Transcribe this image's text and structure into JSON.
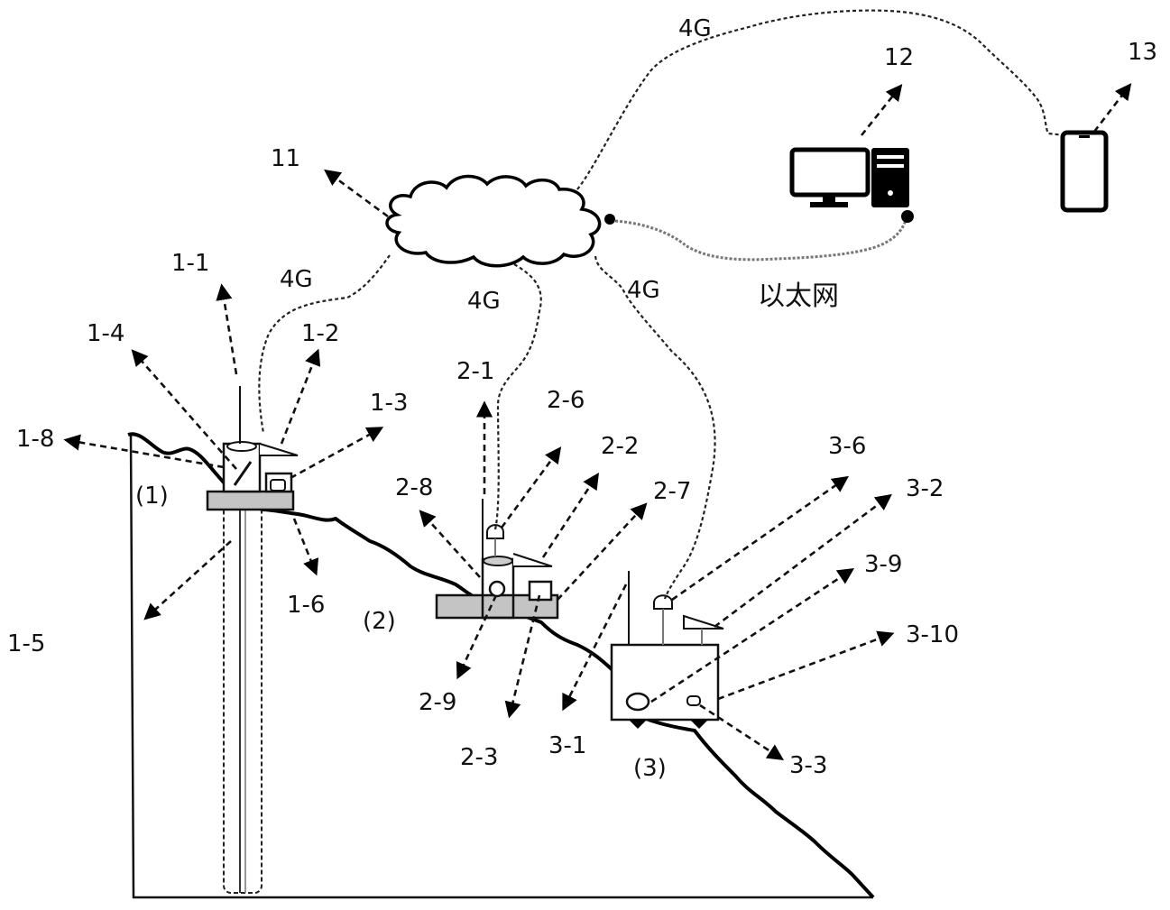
{
  "figure": {
    "site_labels": [
      "(1)",
      "(2)",
      "(3)"
    ],
    "network": {
      "cloud_label": "11",
      "computer_label": "12",
      "phone_label": "13",
      "ethernet_label": "以太网",
      "link_label_4g": "4G"
    },
    "site1_labels": {
      "l1_1": "1-1",
      "l1_2": "1-2",
      "l1_3": "1-3",
      "l1_4": "1-4",
      "l1_5": "1-5",
      "l1_6": "1-6",
      "l1_8": "1-8"
    },
    "site2_labels": {
      "l2_1": "2-1",
      "l2_2": "2-2",
      "l2_3": "2-3",
      "l2_6": "2-6",
      "l2_7": "2-7",
      "l2_8": "2-8",
      "l2_9": "2-9"
    },
    "site3_labels": {
      "l3_1": "3-1",
      "l3_2": "3-2",
      "l3_3": "3-3",
      "l3_6": "3-6",
      "l3_9": "3-9",
      "l3_10": "3-10"
    }
  }
}
